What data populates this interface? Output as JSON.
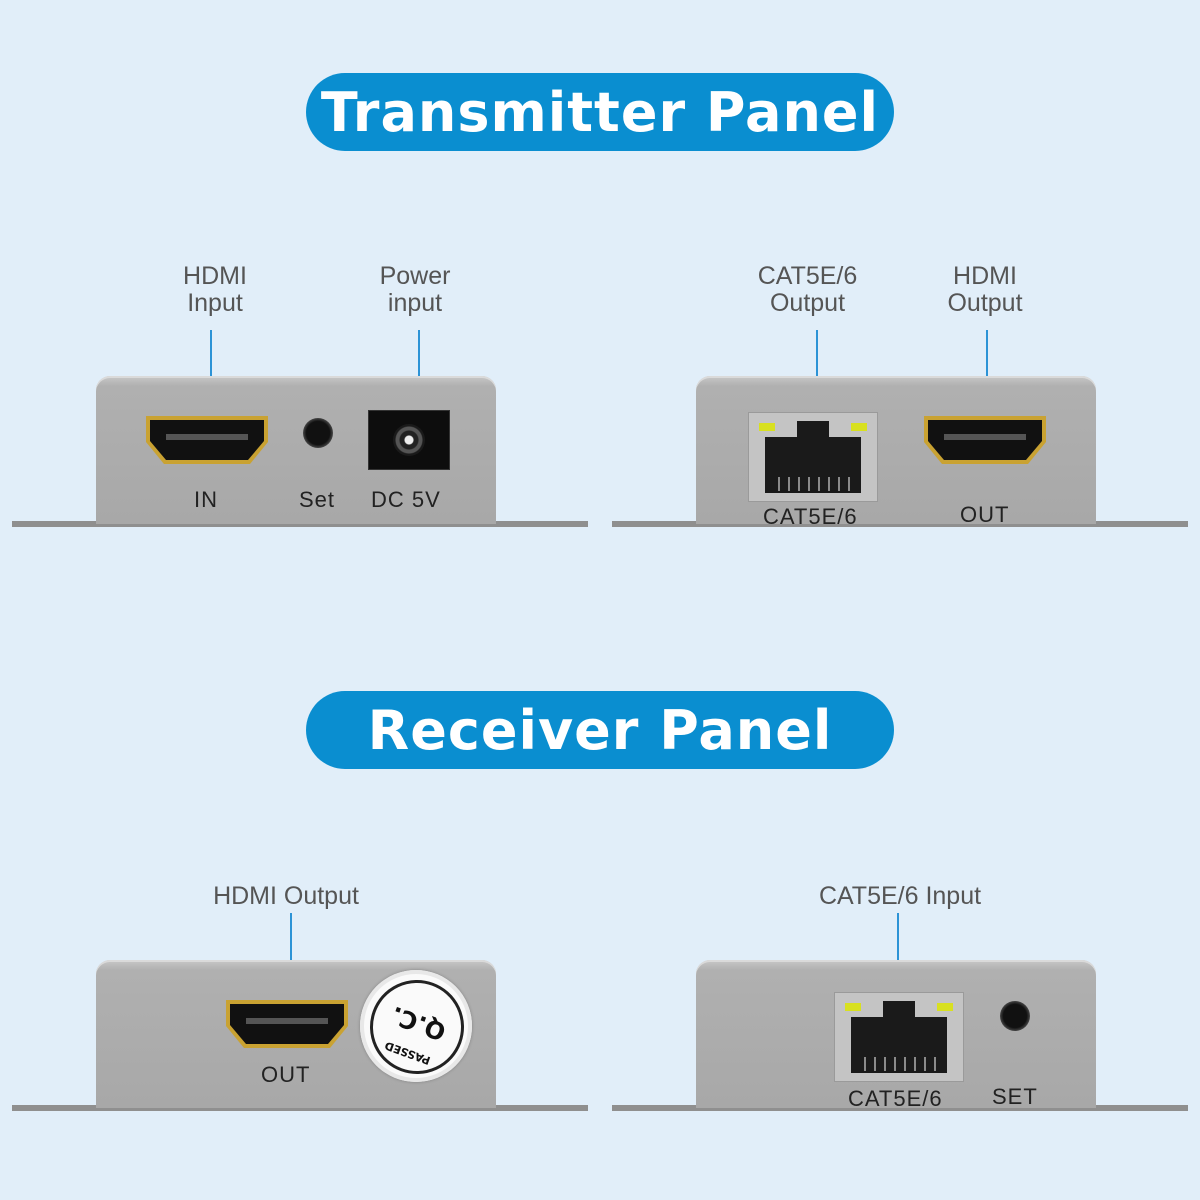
{
  "transmitter": {
    "title": "Transmitter Panel",
    "front": {
      "callouts": {
        "hdmi_input": "HDMI\nInput",
        "power_input": "Power\ninput"
      },
      "port_labels": {
        "in": "IN",
        "set": "Set",
        "dc": "DC 5V"
      }
    },
    "rear": {
      "callouts": {
        "cat_output": "CAT5E/6\nOutput",
        "hdmi_output": "HDMI\nOutput"
      },
      "port_labels": {
        "cat": "CAT5E/6",
        "out": "OUT"
      }
    }
  },
  "receiver": {
    "title": "Receiver Panel",
    "front": {
      "callouts": {
        "hdmi_output": "HDMI Output"
      },
      "port_labels": {
        "out": "OUT"
      },
      "qc_sticker": {
        "mark": "Q.C.",
        "status": "PASSED"
      }
    },
    "rear": {
      "callouts": {
        "cat_input": "CAT5E/6 Input"
      },
      "port_labels": {
        "cat": "CAT5E/6",
        "set": "SET"
      }
    }
  },
  "colors": {
    "background": "#e1eef9",
    "pill": "#0a8ed0",
    "leader": "#2c93d6",
    "device": "#b0b0b0",
    "led": "#d8e020"
  },
  "icons": [
    "hdmi-port-icon",
    "rj45-port-icon",
    "dc-jack-icon",
    "set-button-icon",
    "qc-passed-sticker"
  ]
}
